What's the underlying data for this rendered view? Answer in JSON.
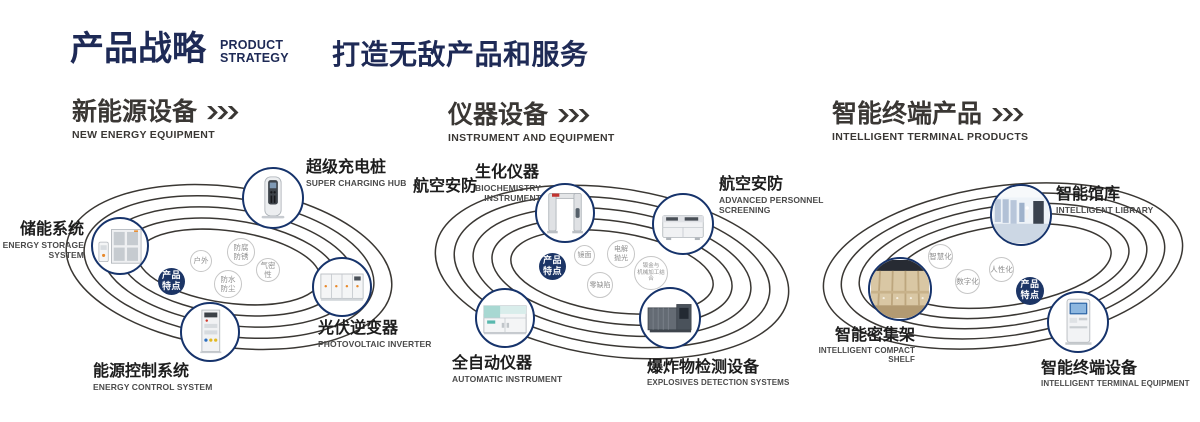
{
  "header": {
    "title_zh": "产品战略",
    "title_en_line1": "PRODUCT",
    "title_en_line2": "STRATEGY",
    "slogan": "打造无敌产品和服务"
  },
  "colors": {
    "navy": "#1e2a56",
    "ring": "#3a3633",
    "circle_border": "#16336b"
  },
  "sections": [
    {
      "title_zh": "新能源设备",
      "title_en": "NEW ENERGY EQUIPMENT",
      "center_label": "产品\n特点",
      "bubbles": [
        "户外",
        "防腐\n防锈",
        "气密性",
        "防水\n防尘"
      ],
      "products": [
        {
          "zh": "超级充电桩",
          "en": "SUPER CHARGING HUB",
          "icon": "ev-charger"
        },
        {
          "zh": "储能系统",
          "en": "ENERGY STORAGE\nSYSTEM",
          "icon": "storage-cabinet"
        },
        {
          "zh": "光伏逆变器",
          "en": "PHOTOVOLTAIC INVERTER",
          "icon": "pv-inverter"
        },
        {
          "zh": "能源控制系统",
          "en": "ENERGY CONTROL SYSTEM",
          "icon": "control-cabinet"
        }
      ]
    },
    {
      "title_zh": "仪器设备",
      "title_en": "INSTRUMENT AND EQUIPMENT",
      "side_label": "航空安防",
      "center_label": "产品\n特点",
      "bubbles": [
        "镜面",
        "电解\n抛光",
        "零缺陷",
        "钣金与\n机械加工结合"
      ],
      "products": [
        {
          "zh": "生化仪器",
          "en": "BIOCHEMISTRY\nINSTRUMENT",
          "icon": "security-gate"
        },
        {
          "zh": "航空安防",
          "en": "ADVANCED PERSONNEL\nSCREENING",
          "icon": "screening-machine"
        },
        {
          "zh": "全自动仪器",
          "en": "AUTOMATIC INSTRUMENT",
          "icon": "automatic-instrument"
        },
        {
          "zh": "爆炸物检测设备",
          "en": "EXPLOSIVES DETECTION SYSTEMS",
          "icon": "explosives-detector"
        }
      ]
    },
    {
      "title_zh": "智能终端产品",
      "title_en": "INTELLIGENT TERMINAL PRODUCTS",
      "center_label": "产品\n特点",
      "bubbles": [
        "智慧化",
        "数字化",
        "人性化"
      ],
      "products": [
        {
          "zh": "智能馆库",
          "en": "INTELLIGENT LIBRARY",
          "icon": "intelligent-library"
        },
        {
          "zh": "智能密集架",
          "en": "INTELLIGENT COMPACT\nSHELF",
          "icon": "compact-shelf"
        },
        {
          "zh": "智能终端设备",
          "en": "INTELLIGENT TERMINAL EQUIPMENT",
          "icon": "terminal-kiosk"
        }
      ]
    }
  ]
}
